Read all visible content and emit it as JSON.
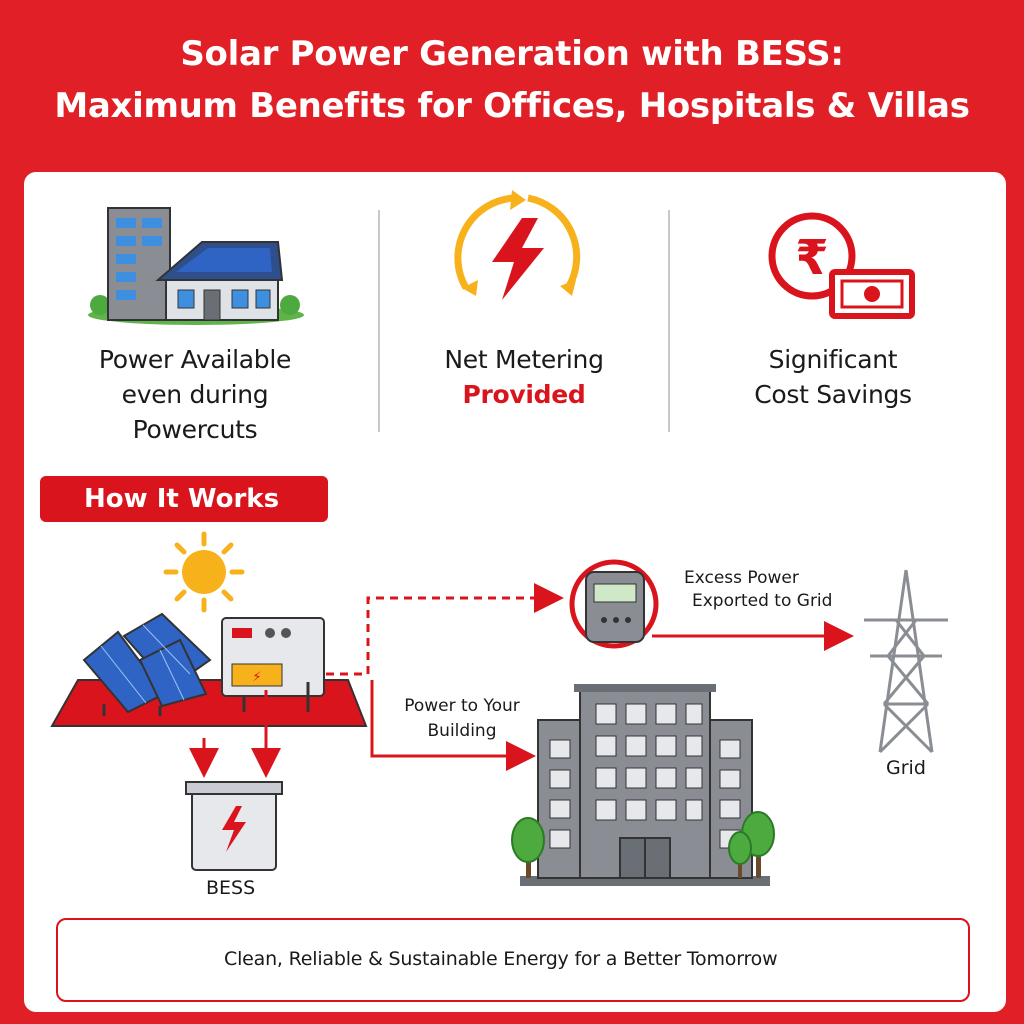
{
  "title": {
    "line1": "Solar Power Generation with BESS:",
    "line2": "Maximum Benefits for Offices, Hospitals & Villas"
  },
  "benefits": [
    {
      "icon": "building-house-solar-icon",
      "line1": "Power Available",
      "line2": "even during",
      "line3": "Powercuts"
    },
    {
      "icon": "net-metering-icon",
      "line1": "Net Metering",
      "highlight": "Provided"
    },
    {
      "icon": "rupee-savings-icon",
      "line1": "Significant",
      "line2": "Cost Savings"
    }
  ],
  "how_it_works": {
    "badge": "How It Works",
    "labels": {
      "excess_line1": "Excess Power",
      "excess_line2": "Exported to Grid",
      "building_line1": "Power to Your",
      "building_line2": "Building",
      "grid": "Grid",
      "bess": "BESS"
    }
  },
  "footer": {
    "text": "Clean, Reliable & Sustainable Energy for a Better Tomorrow",
    "icon": "leaf-icon"
  },
  "colors": {
    "brand_red": "#e01f26",
    "accent_red": "#d9141c",
    "solar_blue": "#2f63c4",
    "sun_yellow": "#f7b21b",
    "building_gray": "#8a8e94",
    "leaf_green": "#2fa343"
  }
}
